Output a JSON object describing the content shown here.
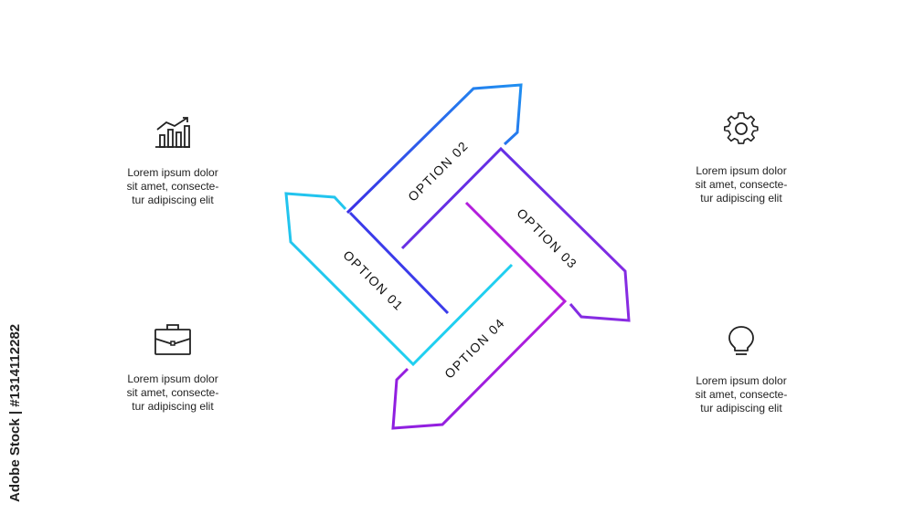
{
  "options": [
    {
      "label": "OPTION 01",
      "color": "#22c3ee"
    },
    {
      "label": "OPTION 02",
      "color": "#3b3bea"
    },
    {
      "label": "OPTION 03",
      "color": "#7a2ee6"
    },
    {
      "label": "OPTION 04",
      "color": "#b019d8"
    }
  ],
  "blocks": [
    {
      "icon": "chart-growth-icon",
      "lines": [
        "Lorem ipsum dolor",
        "sit amet, consecte-",
        "tur adipiscing elit"
      ]
    },
    {
      "icon": "gear-icon",
      "lines": [
        "Lorem ipsum dolor",
        "sit amet, consecte-",
        "tur adipiscing elit"
      ]
    },
    {
      "icon": "briefcase-icon",
      "lines": [
        "Lorem ipsum dolor",
        "sit amet, consecte-",
        "tur adipiscing elit"
      ]
    },
    {
      "icon": "lightbulb-icon",
      "lines": [
        "Lorem ipsum dolor",
        "sit amet, consecte-",
        "tur adipiscing elit"
      ]
    }
  ],
  "watermark": "Adobe Stock | #1314112282",
  "gradient_colors": {
    "blue": "#1f7ae0",
    "indigo": "#3b3bea",
    "violet": "#7a2ee6",
    "magenta": "#b019d8",
    "cyan": "#22c3ee"
  }
}
